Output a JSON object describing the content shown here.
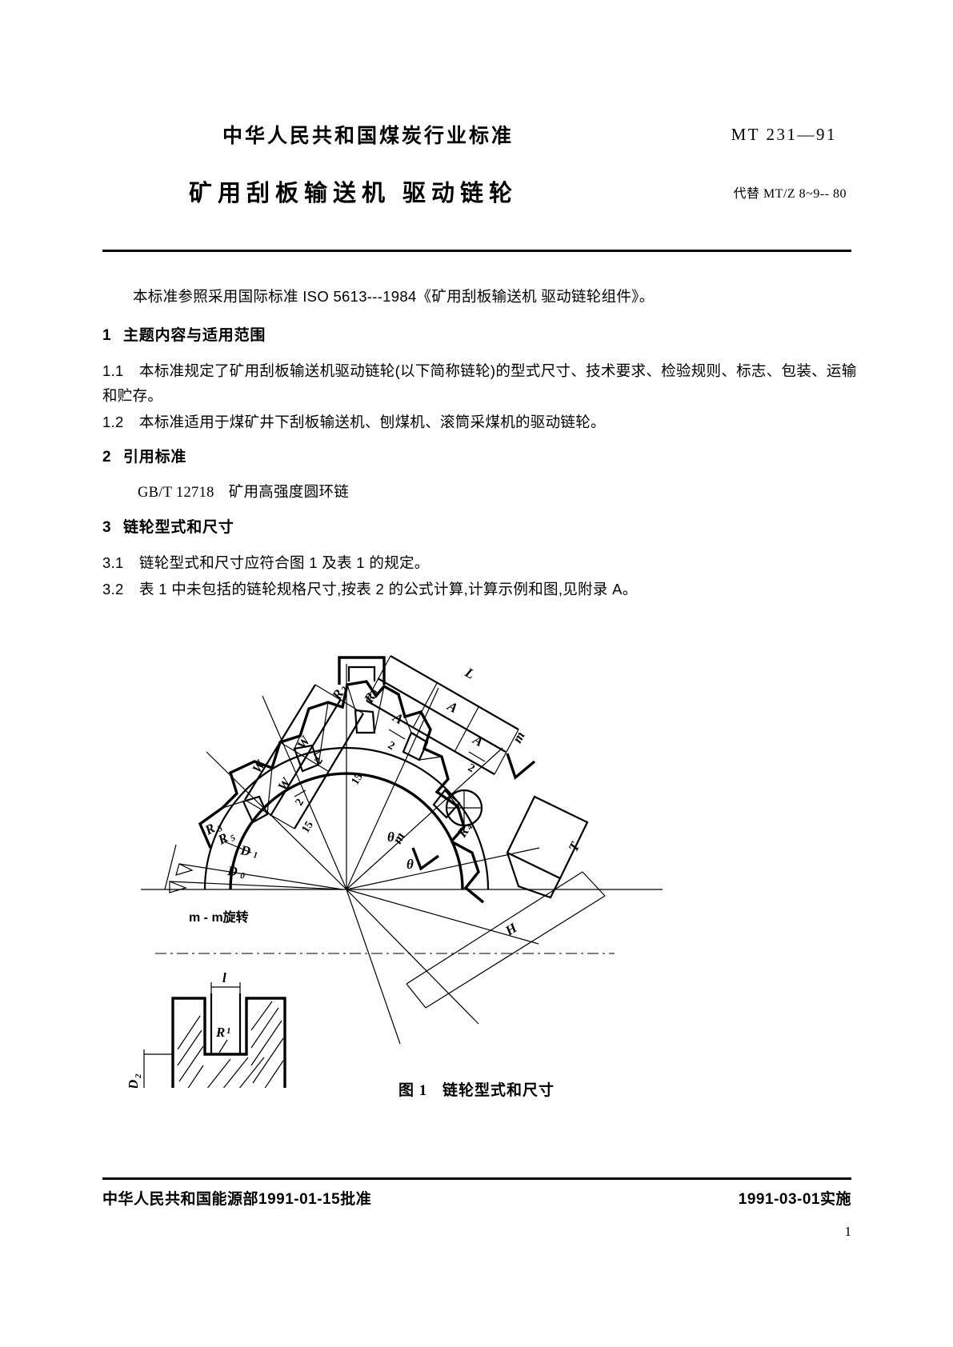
{
  "masthead": {
    "organization": "中华人民共和国煤炭行业标准",
    "standard_number": "MT 231—91",
    "title": "矿用刮板输送机  驱动链轮",
    "replaces": "代替 MT/Z 8~9-- 80"
  },
  "body": {
    "intro": "本标准参照采用国际标准 ISO 5613---1984《矿用刮板输送机   驱动链轮组件》。",
    "section1": {
      "number": "1",
      "title": "主题内容与适用范围",
      "clause_1_1_number": "1.1",
      "clause_1_1_text": "本标准规定了矿用刮板输送机驱动链轮(以下简称链轮)的型式尺寸、技术要求、检验规则、标志、包装、运输和贮存。",
      "clause_1_2_number": "1.2",
      "clause_1_2_text": "本标准适用于煤矿井下刮板输送机、刨煤机、滚筒采煤机的驱动链轮。"
    },
    "section2": {
      "number": "2",
      "title": "引用标准",
      "reference_code": "GB/T 12718",
      "reference_name": "矿用高强度圆环链"
    },
    "section3": {
      "number": "3",
      "title": "链轮型式和尺寸",
      "clause_3_1_number": "3.1",
      "clause_3_1_text": "链轮型式和尺寸应符合图 1 及表 1 的规定。",
      "clause_3_2_number": "3.2",
      "clause_3_2_text": "表 1 中未包括的链轮规格尺寸,按表 2 的公式计算,计算示例和图,见附录 A。"
    }
  },
  "figure": {
    "caption_number": "图 1",
    "caption_text": "链轮型式和尺寸",
    "section_title": "m - m旋转",
    "labels": {
      "L": "L",
      "A": "A",
      "A_half_left": "A",
      "A_half_left_den": "2",
      "A_half_right": "A",
      "A_half_right_den": "2",
      "W": "W",
      "W_half": "W",
      "W_half_den": "2",
      "angle_15_a": "15",
      "angle_15_b": "15",
      "R1": "R",
      "R1_sub": "1",
      "R2": "R",
      "R2_sub": "2",
      "R3": "R",
      "R3_sub": "3",
      "R4": "R",
      "R4_sub": "4",
      "R5": "R",
      "R5_sub": "5",
      "D0": "D",
      "D0_sub": "0",
      "D1": "D",
      "D1_sub": "1",
      "D2": "D",
      "D2_sub": "2",
      "T": "T",
      "H": "H",
      "l": "l",
      "theta_a": "θ",
      "theta_b": "θ",
      "m_left": "m",
      "m_right": "m"
    }
  },
  "footer": {
    "approval": "中华人民共和国能源部1991-01-15批准",
    "effective": "1991-03-01实施",
    "page_number": "1"
  }
}
